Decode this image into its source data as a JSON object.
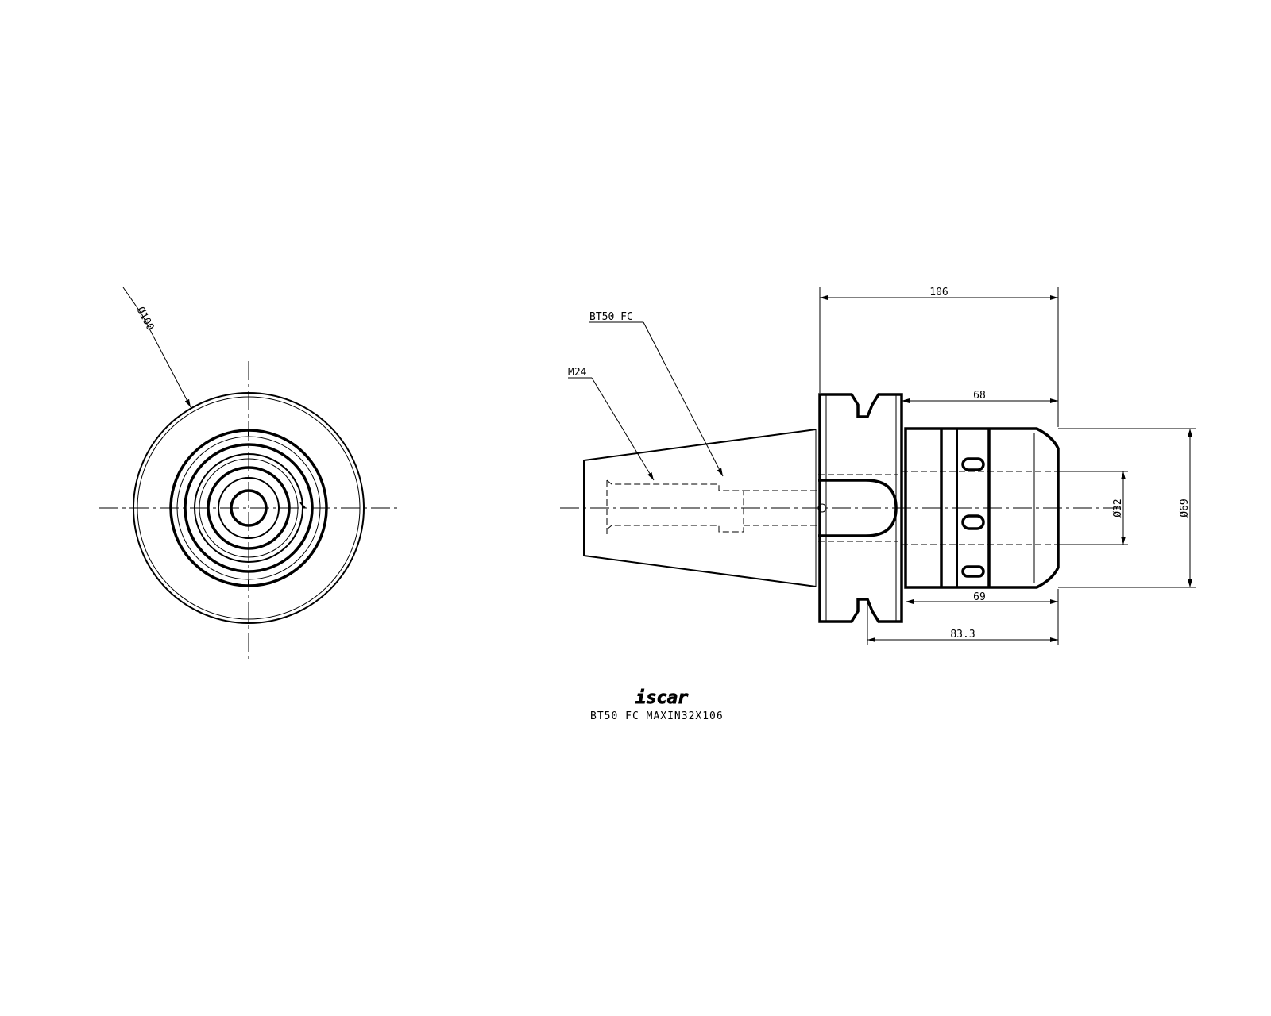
{
  "drawing": {
    "dimensions": {
      "dia_flange": "Ø100",
      "overall_length": "106",
      "length_68": "68",
      "length_69": "69",
      "length_83_3": "83.3",
      "dia_bore": "Ø32",
      "dia_nut": "Ø69"
    },
    "callouts": {
      "taper": "BT50 FC",
      "thread": "M24"
    },
    "title_block": {
      "logo_text": "iscar",
      "part_number": "BT50 FC MAXIN32X106"
    }
  }
}
